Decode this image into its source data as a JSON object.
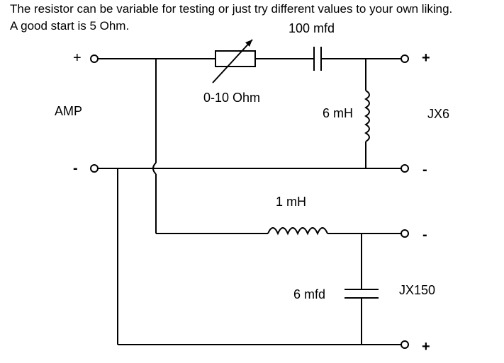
{
  "notes": {
    "line1": "The resistor can be variable for testing or just try different values to your own liking.",
    "line2": "A good start is 5 Ohm."
  },
  "labels": {
    "cap_top": "100 mfd",
    "resistor": "0-10 Ohm",
    "coil_top": "6 mH",
    "coil_bottom": "1 mH",
    "cap_bottom": "6 mfd",
    "amp": "AMP",
    "jx6": "JX6",
    "jx150": "JX150"
  },
  "terminals": {
    "amp_plus": "+",
    "amp_minus": "-",
    "jx6_plus": "+",
    "jx6_minus": "-",
    "jx150_minus": "-",
    "jx150_plus": "+"
  }
}
